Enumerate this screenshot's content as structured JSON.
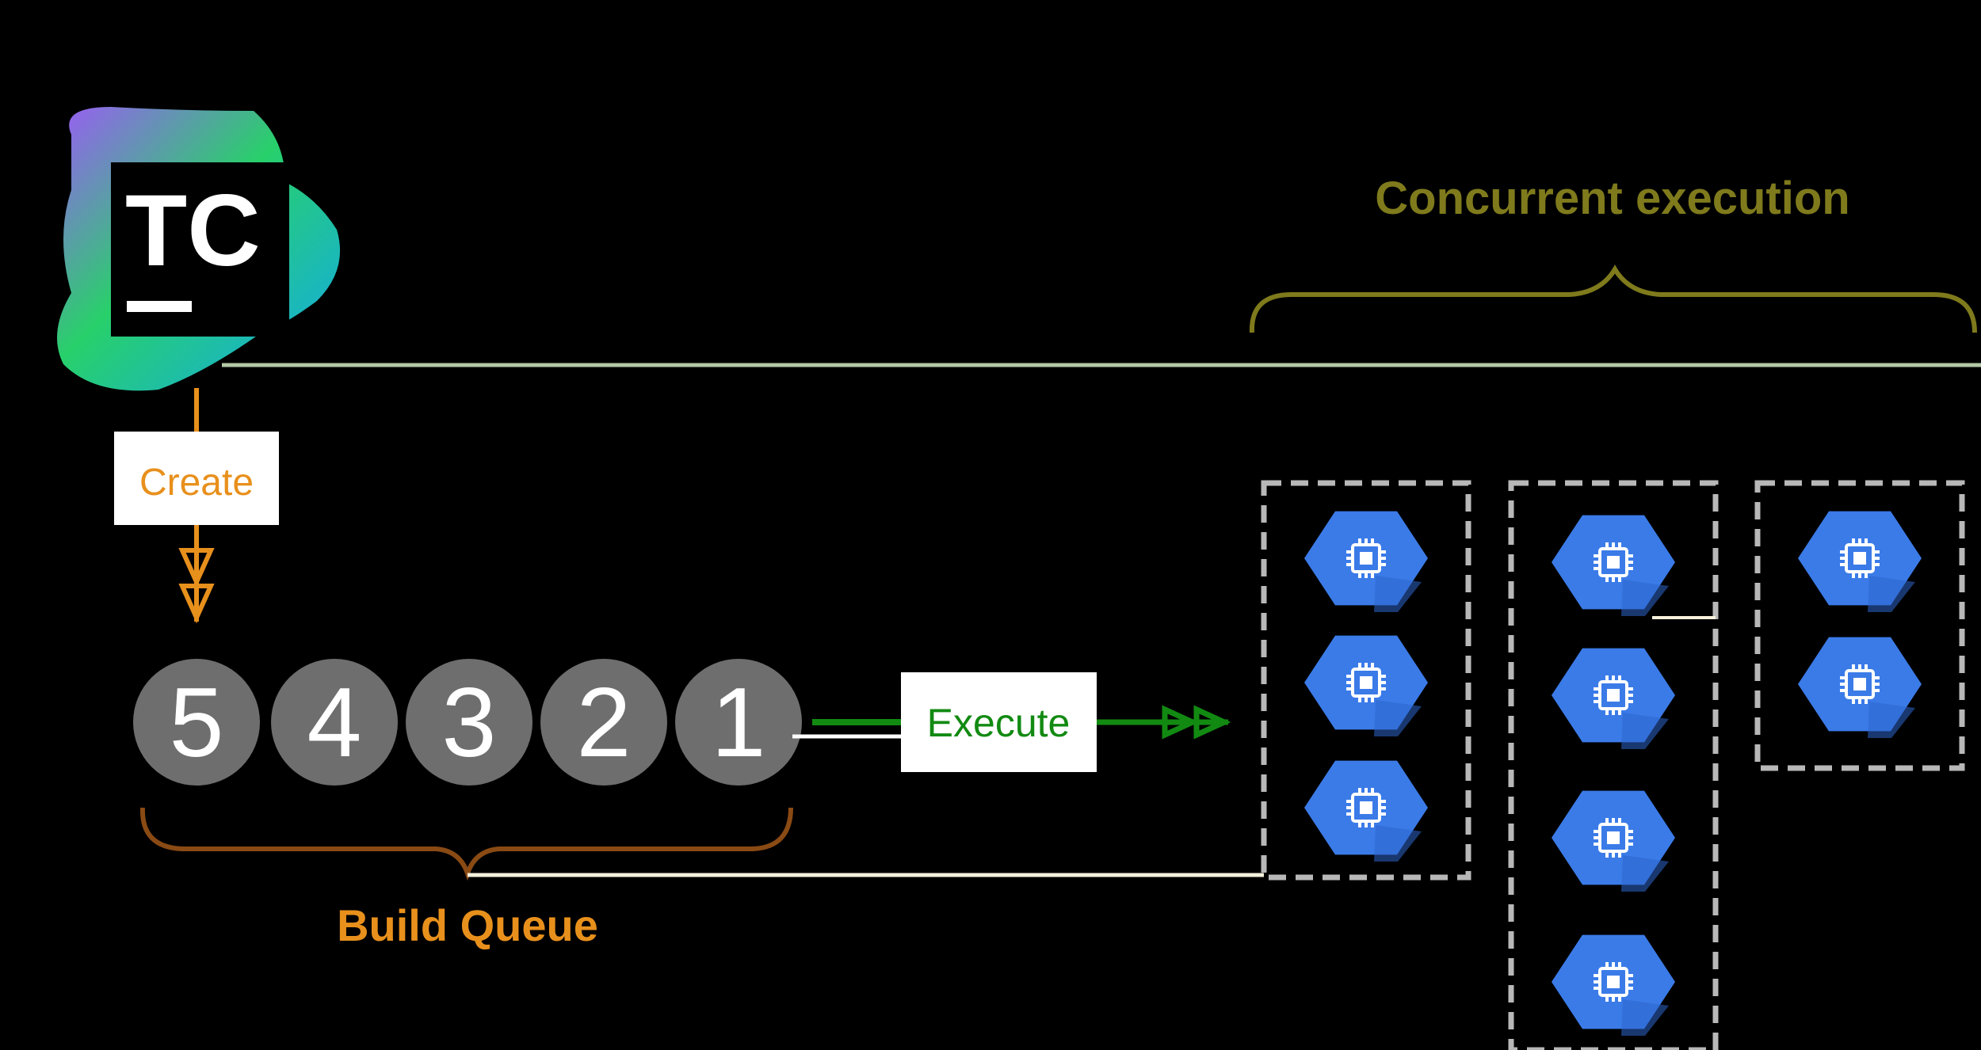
{
  "logo": {
    "text": "TC"
  },
  "create_label": "Create",
  "execute_label": "Execute",
  "queue": {
    "items": [
      "5",
      "4",
      "3",
      "2",
      "1"
    ],
    "label": "Build Queue"
  },
  "concurrent_label": "Concurrent execution",
  "agent_pools": [
    {
      "agents": 3
    },
    {
      "agents": 4
    },
    {
      "agents": 2
    }
  ],
  "colors": {
    "orange": "#E8901C",
    "green": "#128A12",
    "olive": "#7F7A1C",
    "brown": "#8A4A14",
    "queue_gray": "#6E6E6E",
    "agent_blue": "#3B7BE8"
  }
}
